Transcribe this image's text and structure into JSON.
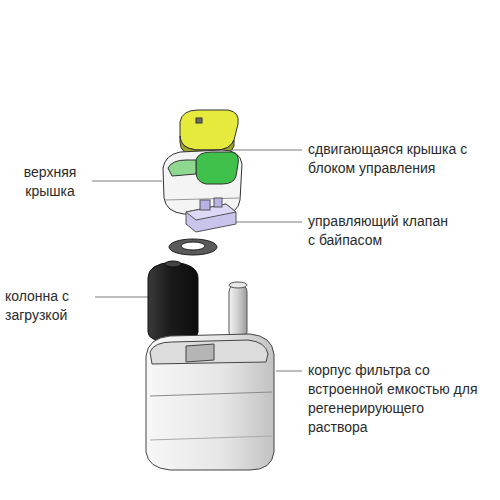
{
  "diagram": {
    "labels": [
      "сдвигающаяся крышка с блоком управления",
      "верхняя крышка",
      "управляющий клапан с байпасом",
      "колонна с загрузкой",
      "корпус фильтра со встроенной емкостью для регенерирующего раствора"
    ]
  }
}
